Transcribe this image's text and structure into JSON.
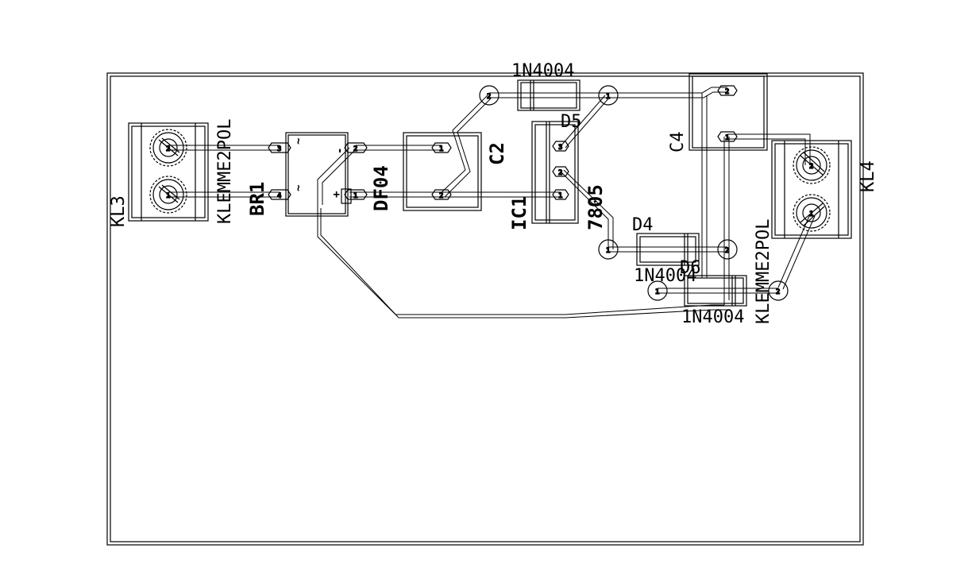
{
  "colors": {
    "ink": "#000000",
    "background": "#ffffff"
  },
  "labels": {
    "kl3_type": "KLEMME2POL",
    "kl3_name": "KL3",
    "br1_name": "BR1",
    "br1_type": "DF04",
    "br1_ac": "~",
    "br1_plus": "+",
    "br1_minus": "-",
    "c2_name": "C2",
    "d5_type": "1N4004",
    "d5_name": "D5",
    "ic1_name": "IC1",
    "ic1_type": "7805",
    "c4_name": "C4",
    "d4_name": "D4",
    "d4_type": "1N4004",
    "d6_name": "D6",
    "d6_type": "1N4004",
    "kl4_type": "KLEMME2POL",
    "kl4_name": "KL4"
  },
  "pins": {
    "kl3_p2": "2",
    "kl3_p1": "1",
    "br1_p3": "3",
    "br1_p4": "4",
    "br1_p2": "2",
    "br1_p1": "1",
    "c2_p1": "1",
    "c2_p2": "2",
    "d5_p2": "2",
    "d5_p1": "1",
    "ic1_p3": "3",
    "ic1_p2": "2",
    "ic1_p1": "1",
    "c4_p2": "2",
    "c4_p1": "1",
    "d4_p1": "1",
    "d4_p2": "2",
    "d6_p1": "1",
    "d6_p2": "2",
    "kl4_p2": "2",
    "kl4_p1": "1"
  }
}
